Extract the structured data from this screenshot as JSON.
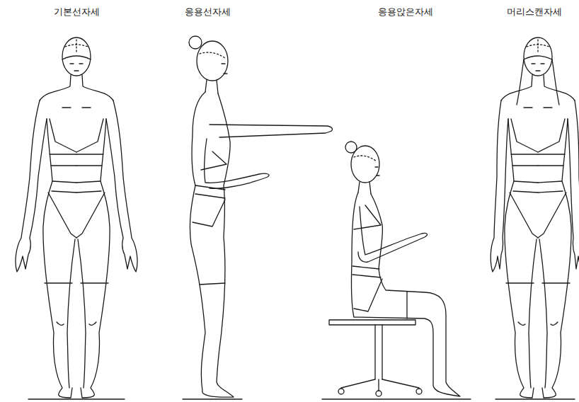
{
  "diagram": {
    "labels": [
      "기본선자세",
      "응용선자세",
      "응용앉은자세",
      "머리스캔자세"
    ]
  }
}
